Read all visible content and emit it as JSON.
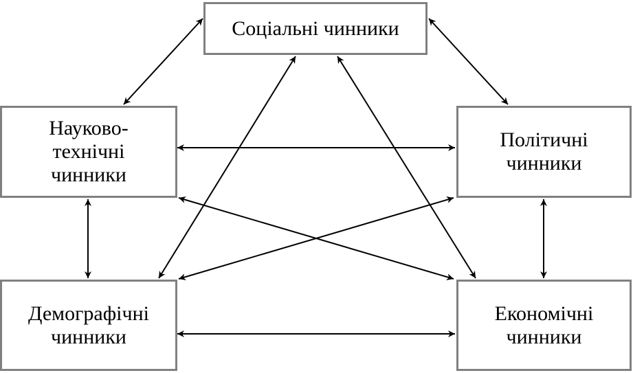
{
  "diagram": {
    "line_color": "#000000",
    "box_border_color": "#808080",
    "nodes": {
      "social": {
        "label": "Соціальні чинники"
      },
      "scitech": {
        "label": "Науково-\nтехнічні\nчинники"
      },
      "political": {
        "label": "Політичні\nчинники"
      },
      "demog": {
        "label": "Демографічні\nчинники"
      },
      "economic": {
        "label": "Економічні\nчинники"
      }
    },
    "edges": [
      {
        "from": "social",
        "to": "scitech",
        "direction": "both"
      },
      {
        "from": "social",
        "to": "political",
        "direction": "both"
      },
      {
        "from": "social",
        "to": "demog",
        "direction": "both"
      },
      {
        "from": "social",
        "to": "economic",
        "direction": "both"
      },
      {
        "from": "scitech",
        "to": "political",
        "direction": "both"
      },
      {
        "from": "scitech",
        "to": "demog",
        "direction": "both"
      },
      {
        "from": "scitech",
        "to": "economic",
        "direction": "both"
      },
      {
        "from": "political",
        "to": "demog",
        "direction": "both"
      },
      {
        "from": "political",
        "to": "economic",
        "direction": "both"
      },
      {
        "from": "demog",
        "to": "economic",
        "direction": "both"
      }
    ]
  }
}
